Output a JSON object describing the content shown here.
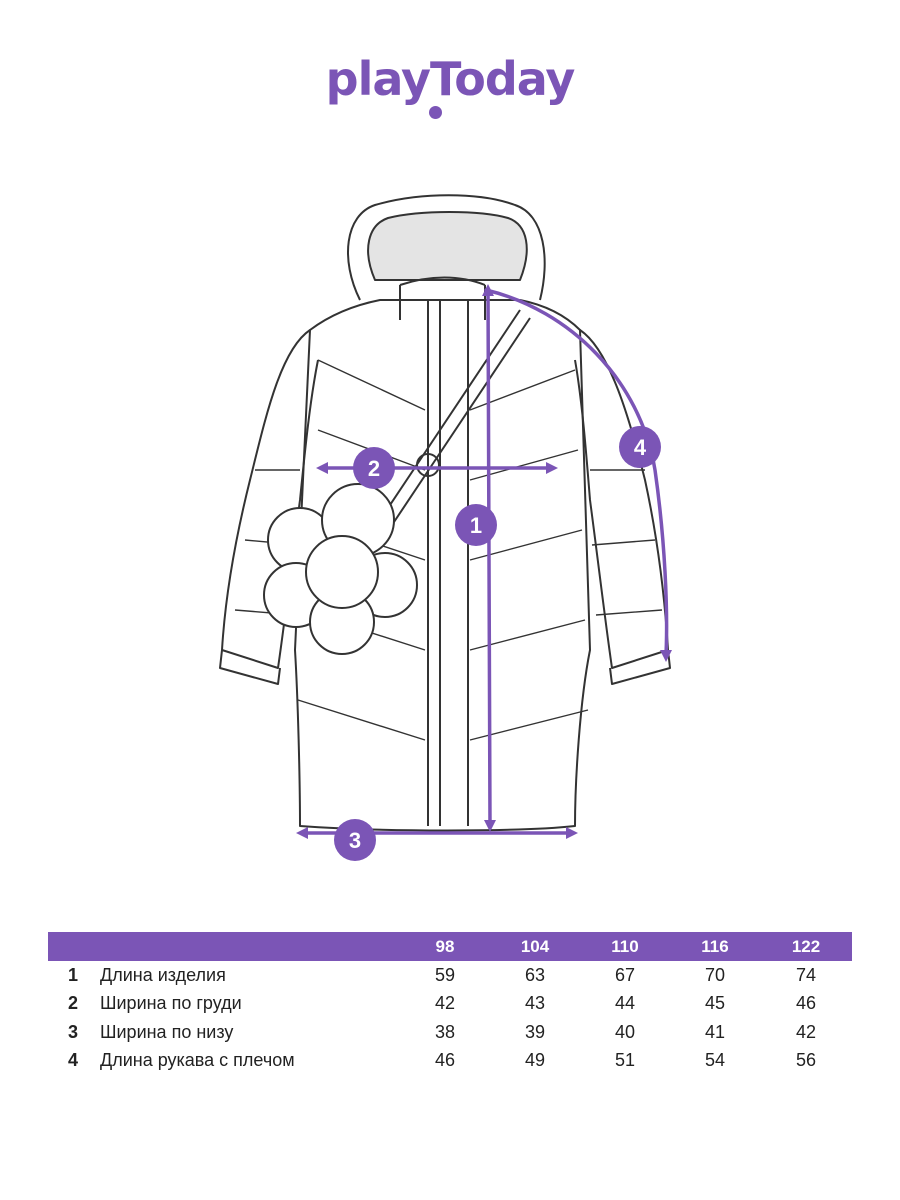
{
  "logo": {
    "text": "playToday",
    "color": "#7b55b6"
  },
  "accent": "#7b55b6",
  "callouts": [
    "1",
    "2",
    "3",
    "4"
  ],
  "table": {
    "sizes": [
      "98",
      "104",
      "110",
      "116",
      "122"
    ],
    "rows": [
      {
        "num": "1",
        "label": "Длина изделия",
        "values": [
          "59",
          "63",
          "67",
          "70",
          "74"
        ]
      },
      {
        "num": "2",
        "label": "Ширина по груди",
        "values": [
          "42",
          "43",
          "44",
          "45",
          "46"
        ]
      },
      {
        "num": "3",
        "label": "Ширина по низу",
        "values": [
          "38",
          "39",
          "40",
          "41",
          "42"
        ]
      },
      {
        "num": "4",
        "label": "Длина рукава с плечом",
        "values": [
          "46",
          "49",
          "51",
          "54",
          "56"
        ]
      }
    ]
  }
}
